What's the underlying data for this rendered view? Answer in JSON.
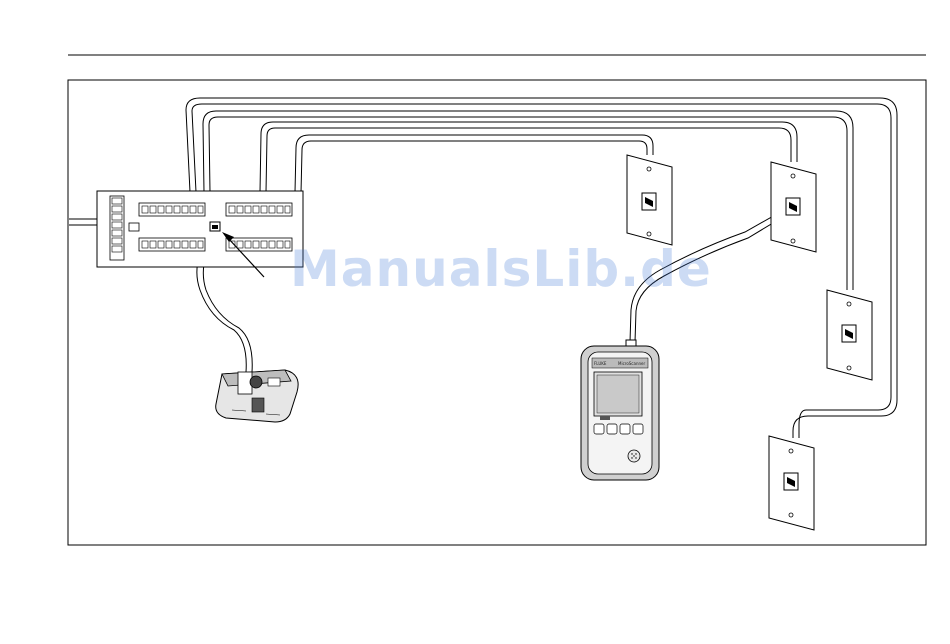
{
  "watermark": {
    "text": "ManualsLib.de"
  },
  "tester": {
    "brand_text": "FLUKE",
    "model_text": "MicroScanner"
  },
  "colors": {
    "line": "#000000",
    "fill_light": "#f2f2f2",
    "fill_mid": "#d9d9d9",
    "fill_dark": "#555555",
    "watermark": "#4a7fd8"
  },
  "icons": [
    "wall-jack-icon",
    "patch-panel-icon",
    "cable-tester-icon",
    "remote-adapter-icon",
    "arrow-icon"
  ]
}
